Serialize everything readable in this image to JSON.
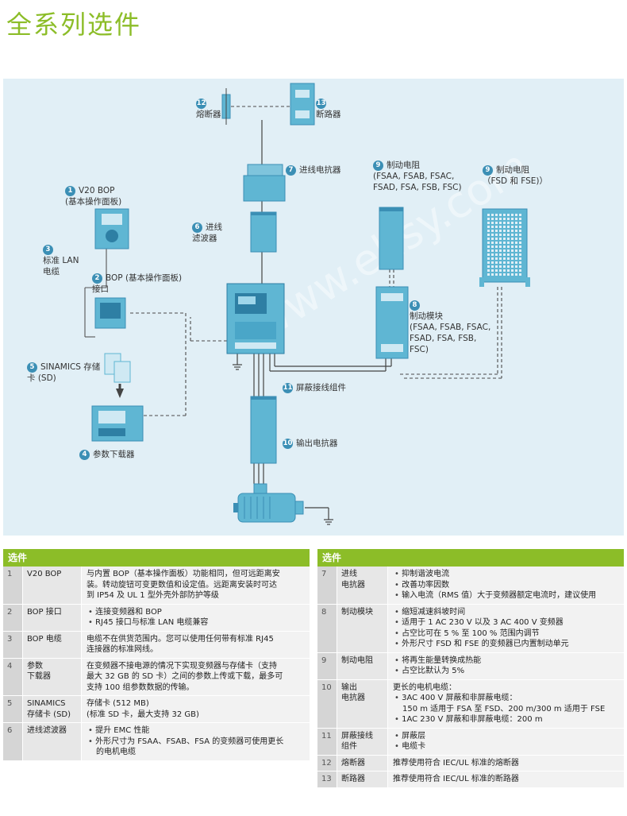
{
  "page_title": "全系列选件",
  "colors": {
    "accent_green": "#8cbd28",
    "diagram_bg": "#e1eff6",
    "device_blue": "#5fb6d3",
    "marker_blue": "#3b8fb5"
  },
  "diagram": {
    "labels": [
      {
        "num": "12",
        "text": "熔断器"
      },
      {
        "num": "13",
        "text": "断路器"
      },
      {
        "num": "7",
        "text": "进线电抗器"
      },
      {
        "num": "9",
        "text": "制动电阻\n(FSAA, FSAB, FSAC,\nFSAD, FSA, FSB, FSC)"
      },
      {
        "num": "9",
        "text": "制动电阻\n（FSD 和 FSE)）"
      },
      {
        "num": "1",
        "text": "V20 BOP\n(基本操作面板)"
      },
      {
        "num": "6",
        "text": "进线\n滤波器"
      },
      {
        "num": "3",
        "text": "标准 LAN\n电缆"
      },
      {
        "num": "2",
        "text": "BOP (基本操作面板)\n接口"
      },
      {
        "num": "8",
        "text": "制动模块\n(FSAA, FSAB, FSAC,\nFSAD, FSA, FSB,\nFSC)"
      },
      {
        "num": "5",
        "text": "SINAMICS 存储\n卡 (SD)"
      },
      {
        "num": "11",
        "text": "屏蔽接线组件"
      },
      {
        "num": "4",
        "text": "参数下载器"
      },
      {
        "num": "10",
        "text": "输出电抗器"
      }
    ],
    "watermark": "www.ehsy.com"
  },
  "tables": {
    "left": {
      "header": "选件",
      "rows": [
        {
          "num": "1",
          "name": "V20 BOP",
          "desc": "与内置 BOP（基本操作面板）功能相同，但可远距离安\n装。转动旋钮可变更数值和设定值。远距离安装时可达\n到 IP54 及 UL 1 型外壳外部防护等级",
          "bullets": []
        },
        {
          "num": "2",
          "name": "BOP 接口",
          "desc": "",
          "bullets": [
            "连接变频器和 BOP",
            "RJ45 接口与标准 LAN 电缆兼容"
          ]
        },
        {
          "num": "3",
          "name": "BOP 电缆",
          "desc": "电缆不在供货范围内。您可以使用任何带有标准 RJ45\n连接器的标准网线。",
          "bullets": []
        },
        {
          "num": "4",
          "name": "参数\n下载器",
          "desc": "在变频器不接电源的情况下实现变频器与存储卡（支持\n最大 32 GB 的 SD 卡）之间的参数上传或下载，最多可\n支持 100 组参数数据的传输。",
          "bullets": []
        },
        {
          "num": "5",
          "name": "SINAMICS\n存储卡 (SD)",
          "desc": "存储卡 (512 MB)\n(标准 SD 卡，最大支持 32 GB)",
          "bullets": []
        },
        {
          "num": "6",
          "name": "进线滤波器",
          "desc": "",
          "bullets": [
            "提升 EMC 性能",
            "外形尺寸为 FSAA、FSAB、FSA 的变频器可使用更长\n的电机电缆"
          ]
        }
      ]
    },
    "right": {
      "header": "选件",
      "rows": [
        {
          "num": "7",
          "name": "进线\n电抗器",
          "desc": "",
          "bullets": [
            "抑制谐波电流",
            "改善功率因数",
            "输入电流（RMS 值）大于变频器额定电流时，建议使用"
          ]
        },
        {
          "num": "8",
          "name": "制动模块",
          "desc": "",
          "bullets": [
            "缩短减速斜坡时间",
            "适用于 1 AC 230 V 以及 3 AC 400 V 变频器",
            "占空比可在 5 % 至 100 % 范围内调节",
            "外形尺寸 FSD 和 FSE 的变频器已内置制动单元"
          ]
        },
        {
          "num": "9",
          "name": "制动电阻",
          "desc": "",
          "bullets": [
            "将再生能量转换成热能",
            "占空比默认为 5%"
          ]
        },
        {
          "num": "10",
          "name": "输出\n电抗器",
          "desc": "更长的电机电缆：",
          "bullets": [
            "3AC 400 V 屏蔽和非屏蔽电缆：\n150 m 适用于 FSA 至 FSD、200 m/300 m 适用于 FSE",
            "1AC 230 V 屏蔽和非屏蔽电缆：200 m"
          ]
        },
        {
          "num": "11",
          "name": "屏蔽接线\n组件",
          "desc": "",
          "bullets": [
            "屏蔽层",
            "电缆卡"
          ]
        },
        {
          "num": "12",
          "name": "熔断器",
          "desc": "推荐使用符合 IEC/UL 标准的熔断器",
          "bullets": []
        },
        {
          "num": "13",
          "name": "断路器",
          "desc": "推荐使用符合 IEC/UL 标准的断路器",
          "bullets": []
        }
      ]
    }
  }
}
